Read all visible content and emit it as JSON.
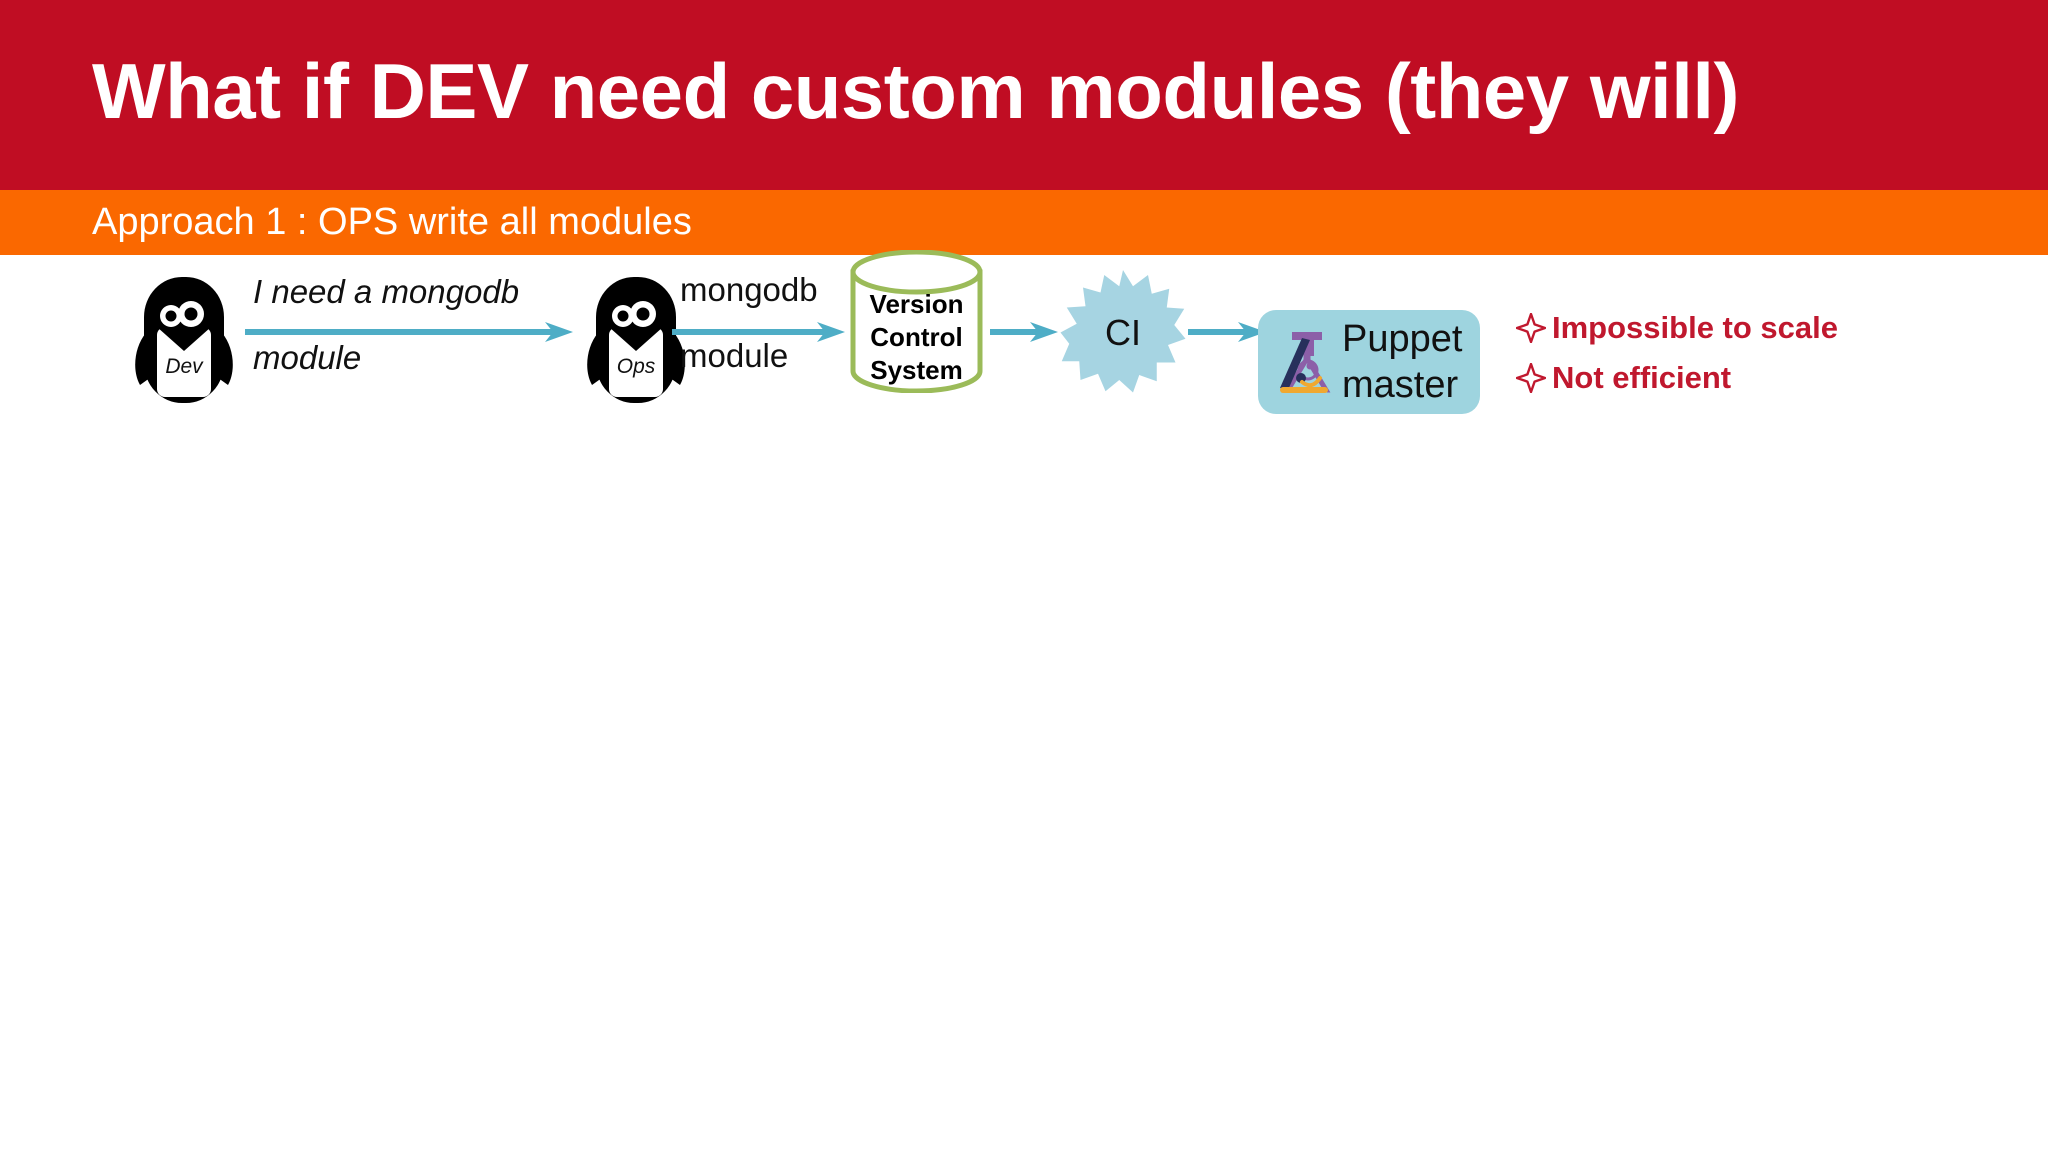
{
  "slide": {
    "title": "What if DEV need custom modules (they will)",
    "subtitle": "Approach 1 : OPS write all modules",
    "title_band_color": "#C00D23",
    "subtitle_band_color": "#FA6800",
    "background_color": "#FFFFFF"
  },
  "diagram": {
    "nodes": {
      "dev_penguin": {
        "label": "Dev",
        "icon": "penguin-icon",
        "color": "#000000"
      },
      "ops_penguin": {
        "label": "Ops",
        "icon": "penguin-icon",
        "color": "#000000"
      },
      "version_control": {
        "line1": "Version",
        "line2": "Control",
        "line3": "System",
        "shape": "cylinder",
        "outline_color": "#9BBB59",
        "fill_color": "#FFFFFF"
      },
      "ci": {
        "label": "CI",
        "shape": "starburst",
        "fill_color": "#A6D4E2"
      },
      "puppet_master": {
        "line1": "Puppet",
        "line2": "master",
        "icon": "puppet-flask-icon",
        "fill_color": "#9ED4DF"
      }
    },
    "arrows": [
      {
        "name": "dev-to-ops",
        "caption_line1": "I need a mongodb",
        "caption_line2": "module",
        "italic": true,
        "color": "#4EADC6"
      },
      {
        "name": "ops-to-vcs",
        "caption_line1": "mongodb",
        "caption_line2": "module",
        "italic": false,
        "color": "#4EADC6"
      },
      {
        "name": "vcs-to-ci",
        "color": "#4EADC6"
      },
      {
        "name": "ci-to-puppet",
        "color": "#4EADC6"
      }
    ]
  },
  "bullets": {
    "marker_icon": "four-point-star-icon",
    "color": "#C0182E",
    "items": [
      {
        "text": "Impossible to scale"
      },
      {
        "text": "Not efficient"
      }
    ]
  }
}
